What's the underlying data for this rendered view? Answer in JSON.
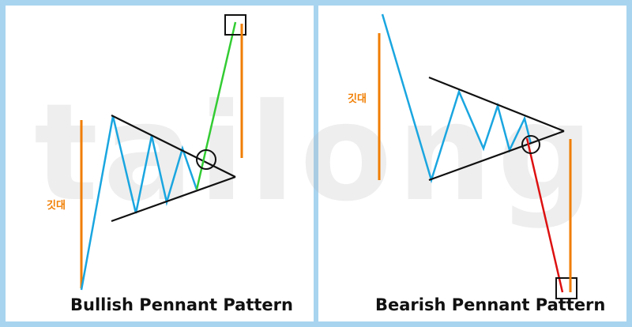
{
  "watermark": "tailong",
  "colors": {
    "frame": "#a8d4f0",
    "price": "#1aa6e0",
    "trendline": "#111111",
    "flagpole": "#f07d00",
    "breakout_up": "#33cc33",
    "breakout_down": "#dd1111"
  },
  "panels": [
    {
      "caption": "Bullish Pennant Pattern",
      "flagpole_label": "깃대"
    },
    {
      "caption": "Bearish Pennant Pattern",
      "flagpole_label": "깃대"
    }
  ]
}
